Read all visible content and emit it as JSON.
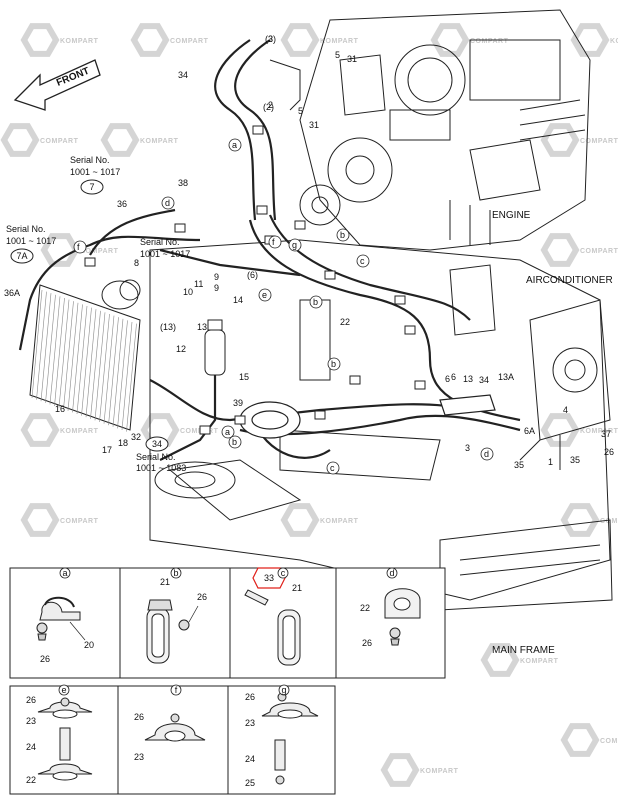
{
  "direction_label": "FRONT",
  "section_labels": {
    "engine": "ENGINE",
    "aircon": "AIRCONDITIONER",
    "frame": "MAIN FRAME"
  },
  "watermark": "KOMPART COMPART",
  "serial_notes": [
    {
      "title": "Serial No.",
      "range": "1001 ~ 1017",
      "ref": "7"
    },
    {
      "title": "Serial No.",
      "range": "1001 ~ 1017",
      "ref": "7A"
    },
    {
      "title": "Serial No.",
      "range": "1001 ~ 1017",
      "ref": ""
    },
    {
      "title": "Serial No.",
      "range": "1001 ~ 1083",
      "ref": "34"
    }
  ],
  "part_callouts": [
    "3",
    "34",
    "5",
    "31",
    "31",
    "5",
    "2",
    "9",
    "38",
    "36",
    "d",
    "f",
    "f",
    "g",
    "a",
    "b",
    "c",
    "b",
    "e",
    "6",
    "8",
    "10",
    "11",
    "9",
    "14",
    "13",
    "12",
    "15",
    "22",
    "16",
    "39",
    "36A",
    "17",
    "18",
    "32",
    "35",
    "6",
    "13",
    "34",
    "13A",
    "3",
    "d",
    "a",
    "b",
    "37",
    "26",
    "1",
    "35",
    "6A",
    "b",
    "c",
    "4",
    "(3)",
    "(2)",
    "(6)",
    "(13)"
  ],
  "highlighted_part": "33",
  "detail_views": [
    {
      "key": "a",
      "parts": [
        "26",
        "20"
      ]
    },
    {
      "key": "b",
      "parts": [
        "21",
        "26"
      ]
    },
    {
      "key": "c",
      "parts": [
        "33",
        "21"
      ]
    },
    {
      "key": "d",
      "parts": [
        "22",
        "26"
      ]
    },
    {
      "key": "e",
      "parts": [
        "26",
        "23",
        "24",
        "22"
      ]
    },
    {
      "key": "f",
      "parts": [
        "26",
        "23"
      ]
    },
    {
      "key": "g",
      "parts": [
        "26",
        "23",
        "24",
        "25"
      ]
    }
  ],
  "colors": {
    "line": "#222222",
    "highlight": "#e0201a",
    "watermark": "#cccccc"
  }
}
